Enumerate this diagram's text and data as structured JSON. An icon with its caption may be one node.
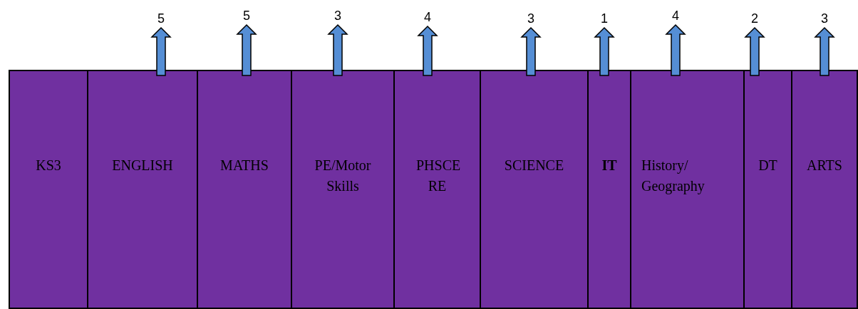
{
  "diagram": {
    "nodes": [
      {
        "text": [
          "KS3"
        ]
      },
      {
        "text": [
          "ENGLISH"
        ]
      },
      {
        "text": [
          "MATHS"
        ]
      },
      {
        "text": [
          "PE/Motor Skills"
        ]
      },
      {
        "text": [
          "PHSCE RE"
        ]
      },
      {
        "text": [
          "SCIENCE"
        ]
      },
      {
        "text": [
          "IT"
        ]
      },
      {
        "text": [
          "History/ Geography"
        ]
      },
      {
        "text": [
          "DT"
        ]
      },
      {
        "text": [
          "ARTS"
        ]
      },
      {
        "text": [
          "5"
        ]
      },
      {
        "text": [
          "5"
        ]
      },
      {
        "text": [
          "3"
        ]
      },
      {
        "text": [
          "4"
        ]
      },
      {
        "text": [
          "3"
        ]
      },
      {
        "text": [
          "1"
        ]
      },
      {
        "text": [
          "4"
        ]
      },
      {
        "text": [
          "2"
        ]
      },
      {
        "text": [
          "3"
        ]
      }
    ],
    "edges": [
      {
        "from": 1,
        "to": 10,
        "arrow": "to"
      },
      {
        "from": 2,
        "to": 11,
        "arrow": "to"
      },
      {
        "from": 3,
        "to": 12,
        "arrow": "to"
      },
      {
        "from": 4,
        "to": 13,
        "arrow": "to"
      },
      {
        "from": 5,
        "to": 14,
        "arrow": "to"
      },
      {
        "from": 6,
        "to": 15,
        "arrow": "to"
      },
      {
        "from": 7,
        "to": 16,
        "arrow": "to"
      },
      {
        "from": 8,
        "to": 17,
        "arrow": "to"
      },
      {
        "from": 9,
        "to": 18,
        "arrow": "to"
      }
    ]
  }
}
